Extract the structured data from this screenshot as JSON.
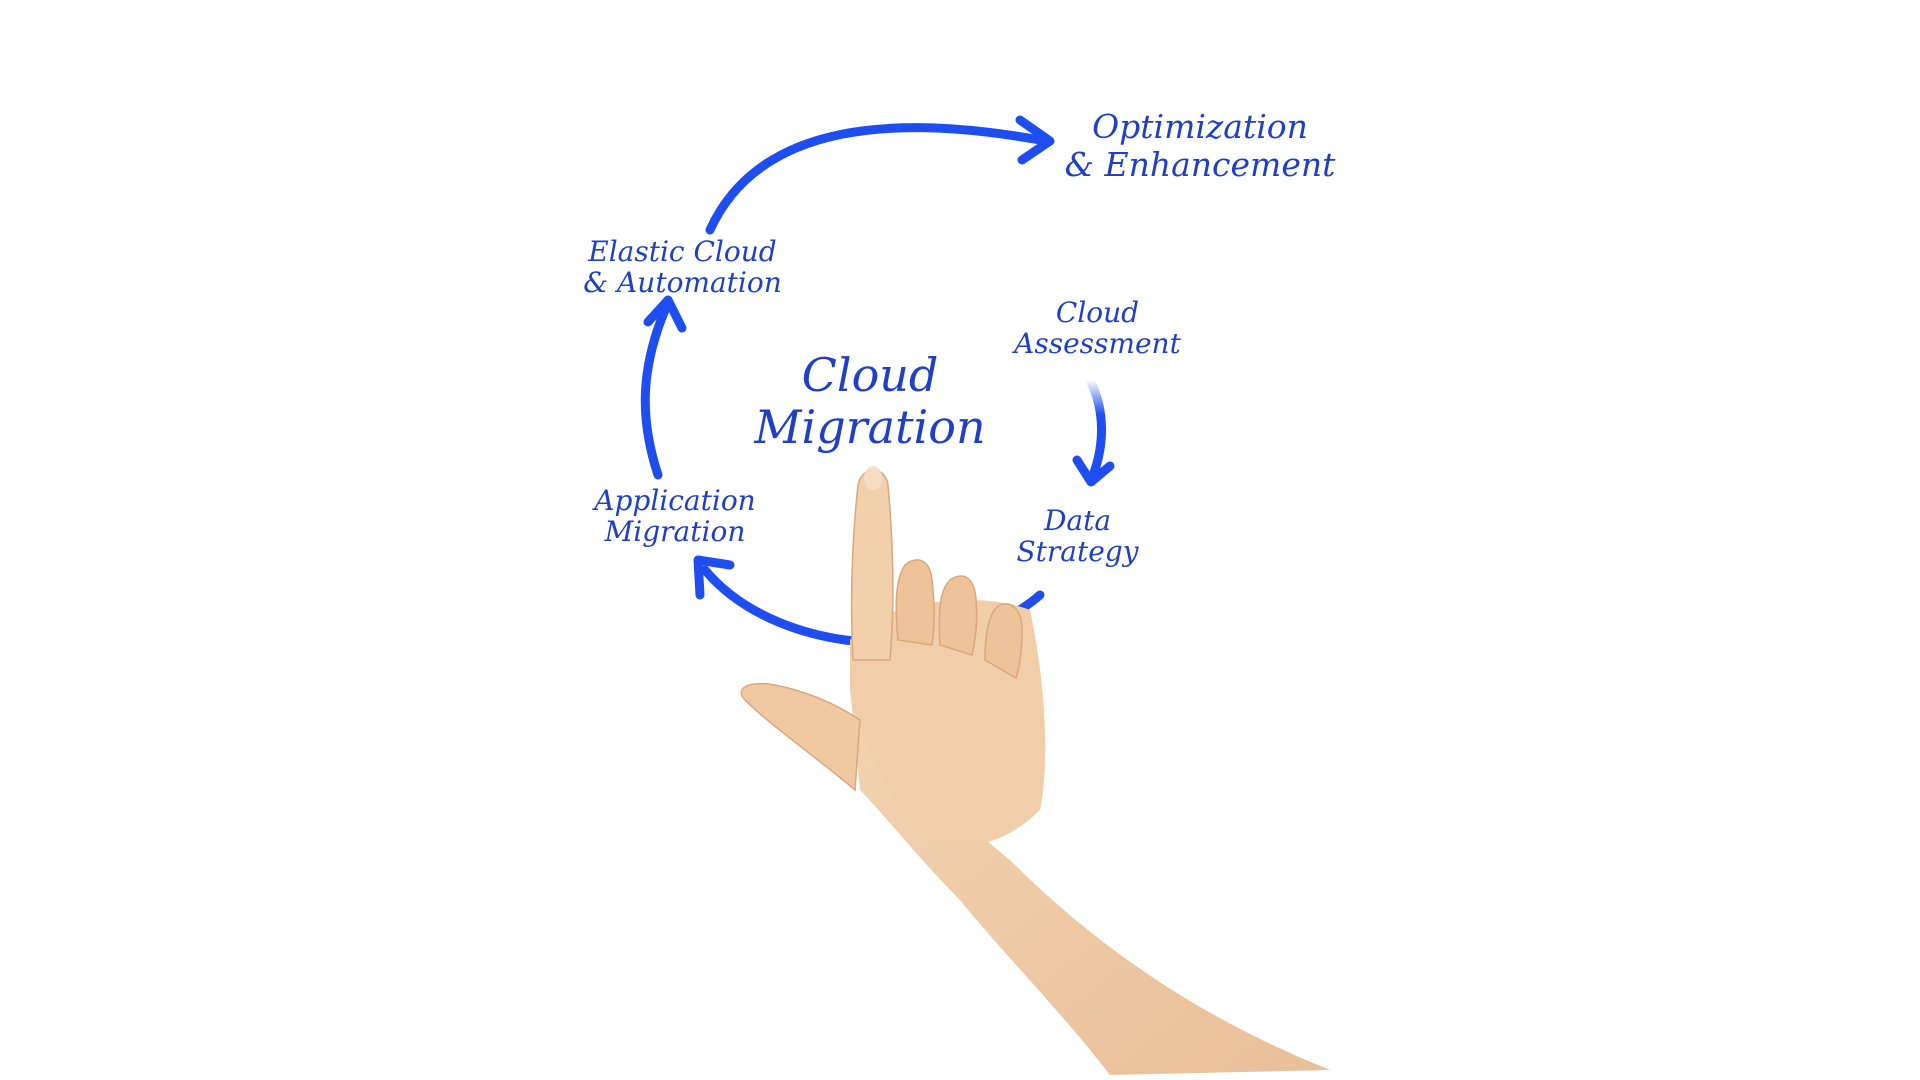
{
  "diagram": {
    "center": {
      "line1": "Cloud",
      "line2": "Migration"
    },
    "steps": [
      {
        "id": "cloud-assessment",
        "line1": "Cloud",
        "line2": "Assessment"
      },
      {
        "id": "data-strategy",
        "line1": "Data",
        "line2": "Strategy"
      },
      {
        "id": "application-migration",
        "line1": "Application",
        "line2": "Migration"
      },
      {
        "id": "elastic-cloud",
        "line1": "Elastic Cloud",
        "line2": "& Automation"
      },
      {
        "id": "optimization",
        "line1": "Optimization",
        "line2": "& Enhancement"
      }
    ]
  },
  "colors": {
    "background": "#ffffff",
    "text": "#1f3fc8",
    "arrow": "#1f4ef0",
    "skin": "#f1cda8"
  },
  "icons": {
    "pointing-hand": "pointing-hand-icon"
  }
}
